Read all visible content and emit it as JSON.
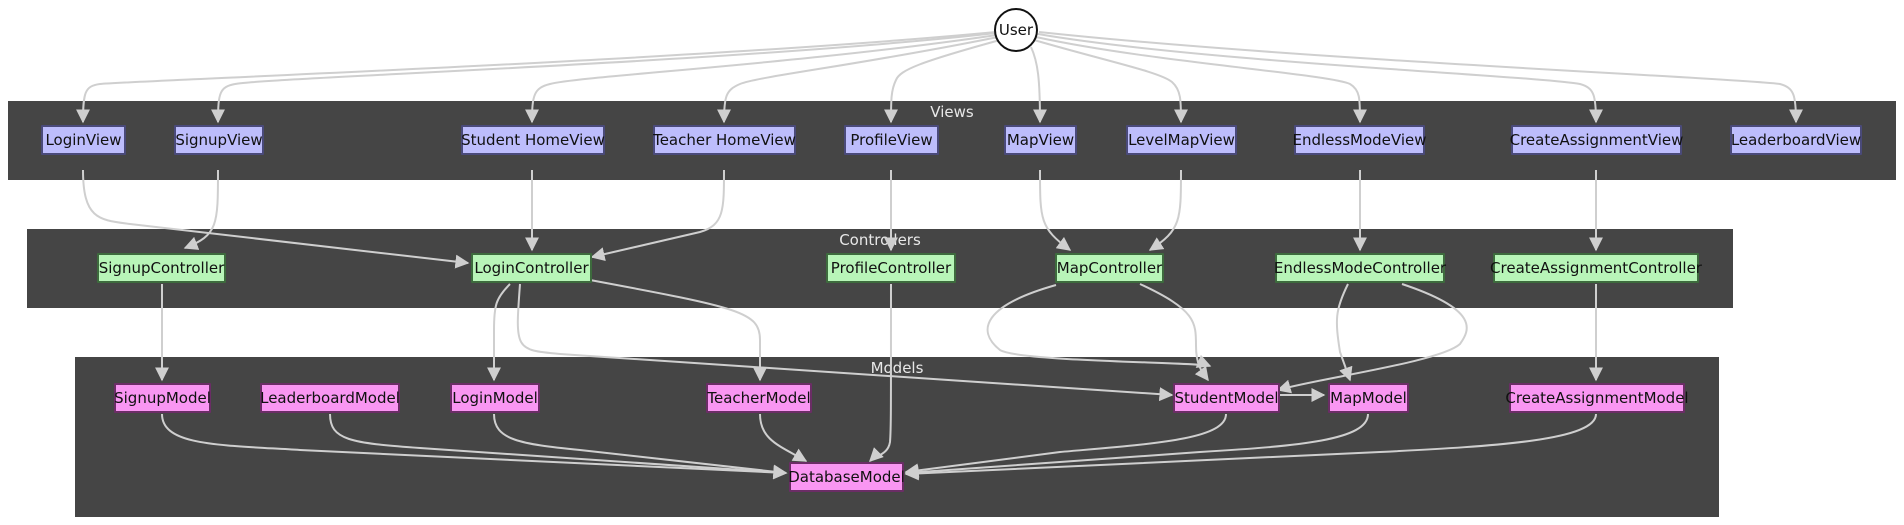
{
  "user": {
    "label": "User"
  },
  "clusters": {
    "views": "Views",
    "controllers": "Controllers",
    "models": "Models"
  },
  "views": [
    {
      "id": "loginview",
      "label": "LoginView"
    },
    {
      "id": "signupview",
      "label": "SignupView"
    },
    {
      "id": "studenthome",
      "label": "Student HomeView"
    },
    {
      "id": "teacherhome",
      "label": "Teacher HomeView"
    },
    {
      "id": "profileview",
      "label": "ProfileView"
    },
    {
      "id": "mapview",
      "label": "MapView"
    },
    {
      "id": "levelmapview",
      "label": "LevelMapView"
    },
    {
      "id": "endlessview",
      "label": "EndlessModeView"
    },
    {
      "id": "createassignview",
      "label": "CreateAssignmentView"
    },
    {
      "id": "leaderboardview",
      "label": "LeaderboardView"
    }
  ],
  "controllers": [
    {
      "id": "signupctrl",
      "label": "SignupController"
    },
    {
      "id": "loginctrl",
      "label": "LoginController"
    },
    {
      "id": "profilectrl",
      "label": "ProfileController"
    },
    {
      "id": "mapctrl",
      "label": "MapController"
    },
    {
      "id": "endlessctrl",
      "label": "EndlessModeController"
    },
    {
      "id": "createassignctrl",
      "label": "CreateAssignmentController"
    }
  ],
  "models": [
    {
      "id": "signupmodel",
      "label": "SignupModel"
    },
    {
      "id": "leaderboardmodel",
      "label": "LeaderboardModel"
    },
    {
      "id": "loginmodel",
      "label": "LoginModel"
    },
    {
      "id": "teachermodel",
      "label": "TeacherModel"
    },
    {
      "id": "studentmodel",
      "label": "StudentModel"
    },
    {
      "id": "mapmodel",
      "label": "MapModel"
    },
    {
      "id": "createassignmodel",
      "label": "CreateAssignmentModel"
    },
    {
      "id": "databasemodel",
      "label": "DatabaseModel"
    }
  ],
  "edges": [
    [
      "user",
      "loginview"
    ],
    [
      "user",
      "signupview"
    ],
    [
      "user",
      "studenthome"
    ],
    [
      "user",
      "teacherhome"
    ],
    [
      "user",
      "profileview"
    ],
    [
      "user",
      "mapview"
    ],
    [
      "user",
      "levelmapview"
    ],
    [
      "user",
      "endlessview"
    ],
    [
      "user",
      "createassignview"
    ],
    [
      "user",
      "leaderboardview"
    ],
    [
      "loginview",
      "loginctrl"
    ],
    [
      "signupview",
      "signupctrl"
    ],
    [
      "studenthome",
      "loginctrl"
    ],
    [
      "teacherhome",
      "loginctrl"
    ],
    [
      "profileview",
      "profilectrl"
    ],
    [
      "mapview",
      "mapctrl"
    ],
    [
      "levelmapview",
      "mapctrl"
    ],
    [
      "endlessview",
      "endlessctrl"
    ],
    [
      "createassignview",
      "createassignctrl"
    ],
    [
      "signupctrl",
      "signupmodel"
    ],
    [
      "loginctrl",
      "loginmodel"
    ],
    [
      "loginctrl",
      "teachermodel"
    ],
    [
      "loginctrl",
      "studentmodel"
    ],
    [
      "profilectrl",
      "databasemodel"
    ],
    [
      "mapctrl",
      "studentmodel"
    ],
    [
      "mapctrl",
      "studentmodel"
    ],
    [
      "endlessctrl",
      "mapmodel"
    ],
    [
      "endlessctrl",
      "studentmodel"
    ],
    [
      "createassignctrl",
      "createassignmodel"
    ],
    [
      "studentmodel",
      "mapmodel"
    ],
    [
      "signupmodel",
      "databasemodel"
    ],
    [
      "leaderboardmodel",
      "databasemodel"
    ],
    [
      "loginmodel",
      "databasemodel"
    ],
    [
      "teachermodel",
      "databasemodel"
    ],
    [
      "studentmodel",
      "databasemodel"
    ],
    [
      "mapmodel",
      "databasemodel"
    ],
    [
      "createassignmodel",
      "databasemodel"
    ]
  ]
}
